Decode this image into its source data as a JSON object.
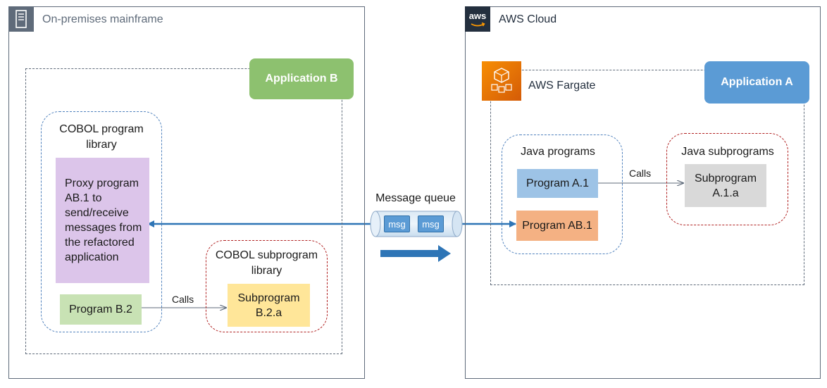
{
  "left_frame": {
    "title": "On-premises mainframe",
    "icon": "server-icon"
  },
  "right_frame": {
    "title": "AWS Cloud",
    "logo_text": "aws"
  },
  "application_b": {
    "label": "Application B",
    "color": "#8dc16f"
  },
  "application_a": {
    "label": "Application A",
    "color": "#5b9bd5"
  },
  "fargate": {
    "label": "AWS Fargate",
    "icon": "fargate-icon"
  },
  "cobol_library": {
    "title": "COBOL program library",
    "proxy": "Proxy program AB.1 to send/receive messages from the refactored application",
    "program_b2": "Program B.2"
  },
  "cobol_subprogram_library": {
    "title": "COBOL subprogram library",
    "subprogram": "Subprogram B.2.a"
  },
  "java_programs": {
    "title": "Java programs",
    "program_a1": "Program A.1",
    "program_ab1": "Program AB.1"
  },
  "java_subprograms": {
    "title": "Java subprograms",
    "subprogram": "Subprogram A.1.a"
  },
  "message_queue": {
    "label": "Message queue",
    "msg1": "msg",
    "msg2": "msg"
  },
  "calls_left": "Calls",
  "calls_right": "Calls",
  "colors": {
    "proxy": "#dcc5ea",
    "program_b2": "#c8e2b4",
    "subprogram_b2a": "#ffe699",
    "program_a1": "#9dc3e6",
    "program_ab1": "#f4b183",
    "subprogram_a1a": "#d9d9d9",
    "arrow": "#2e75b6"
  }
}
